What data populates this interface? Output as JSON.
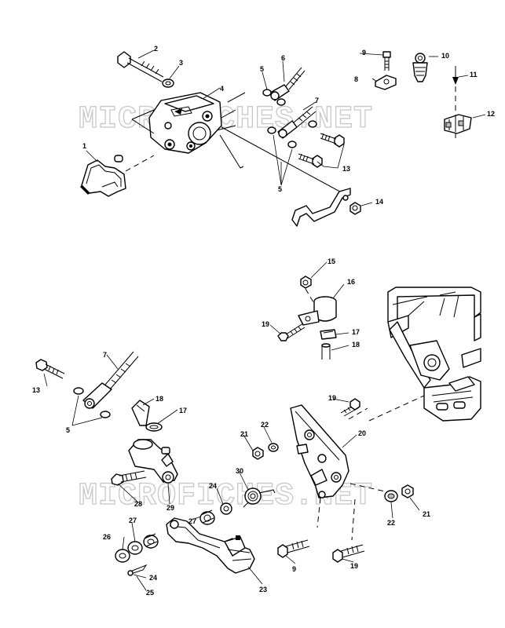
{
  "watermarks": [
    "MICROFICHES.NET",
    "MICROFICHES.NET"
  ],
  "top_section": {
    "callouts": [
      "1",
      "2",
      "3",
      "4",
      "5",
      "6",
      "7",
      "9",
      "10",
      "11",
      "12",
      "13",
      "5",
      "14"
    ]
  },
  "bottom_section": {
    "callouts": [
      "15",
      "16",
      "19",
      "17",
      "18",
      "7",
      "13",
      "5",
      "18",
      "17",
      "19",
      "21",
      "22",
      "20",
      "28",
      "27",
      "24",
      "30",
      "22",
      "21",
      "29",
      "26",
      "27",
      "24",
      "25",
      "9",
      "19",
      "23"
    ]
  }
}
